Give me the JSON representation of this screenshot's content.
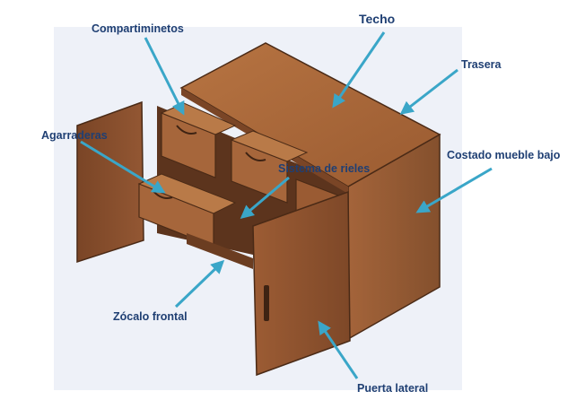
{
  "labels": {
    "techo": "Techo",
    "compartimientos": "Compartiminetos",
    "trasera": "Trasera",
    "agarraderas": "Agarraderas",
    "costado": "Costado mueble bajo",
    "rieles": "Sistema de rieles",
    "zocalo": "Zócalo frontal",
    "puerta": "Puerta lateral"
  },
  "colors": {
    "label_text": "#1f3f73",
    "arrow": "#3aa6c8",
    "wood_light": "#a9683a",
    "wood_mid": "#8f5530",
    "wood_dark": "#6b3d21",
    "backdrop": "#eef1f8"
  }
}
